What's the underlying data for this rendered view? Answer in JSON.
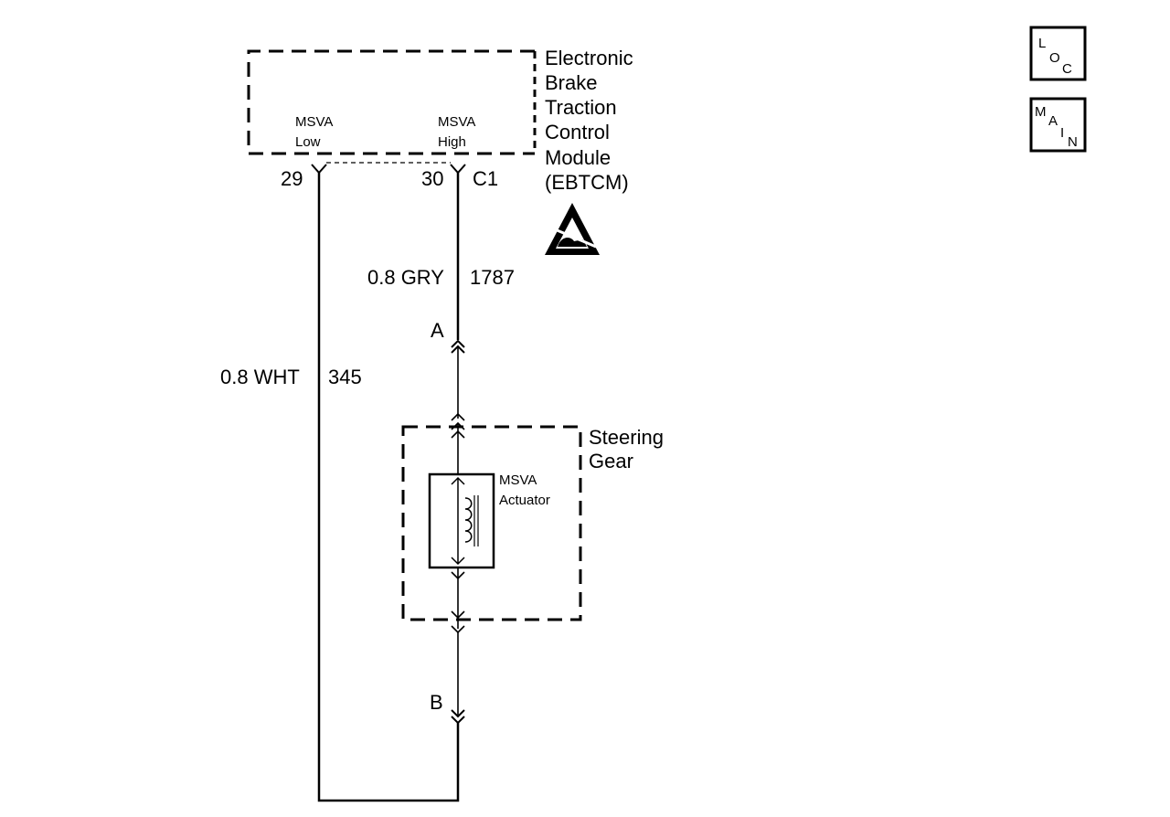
{
  "ebtcm": {
    "name_lines": [
      "Electronic",
      "Brake",
      "Traction",
      "Control",
      "Module",
      "(EBTCM)"
    ],
    "pin_low_label": [
      "MSVA",
      "Low"
    ],
    "pin_high_label": [
      "MSVA",
      "High"
    ],
    "pin_low_number": "29",
    "pin_high_number": "30",
    "connector": "C1"
  },
  "wires": {
    "high": {
      "gauge_color": "0.8 GRY",
      "circuit": "1787"
    },
    "low": {
      "gauge_color": "0.8 WHT",
      "circuit": "345"
    }
  },
  "connectors": {
    "a": "A",
    "b": "B"
  },
  "steering_gear": {
    "name_lines": [
      "Steering",
      "Gear"
    ],
    "actuator_lines": [
      "MSVA",
      "Actuator"
    ]
  },
  "legend": {
    "loc": [
      "L",
      "O",
      "C"
    ],
    "main": [
      "M",
      "A",
      "I",
      "N"
    ]
  },
  "icons": {
    "esd": "esd-warning-icon",
    "coil": "solenoid-coil-icon"
  }
}
